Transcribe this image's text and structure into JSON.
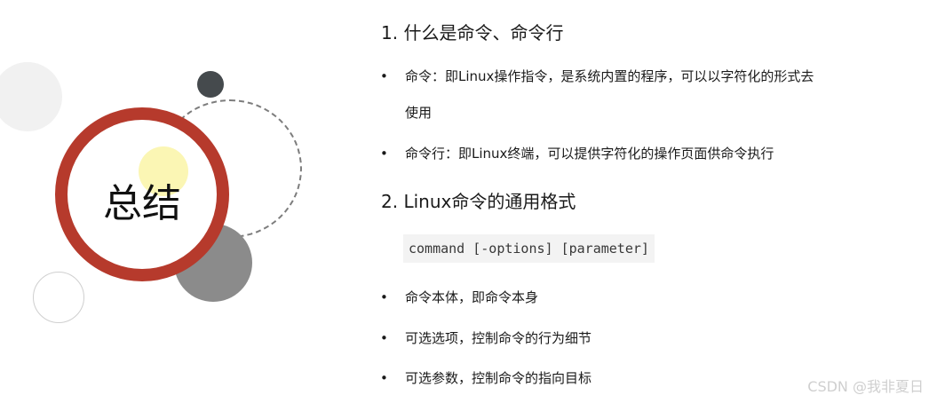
{
  "summary": {
    "title": "总结"
  },
  "section1": {
    "heading": "1. 什么是命令、命令行",
    "bullets": [
      {
        "line1": "命令：即Linux操作指令，是系统内置的程序，可以以字符化的形式去",
        "line2": "使用"
      },
      {
        "line1": "命令行：即Linux终端，可以提供字符化的操作页面供命令执行"
      }
    ]
  },
  "section2": {
    "heading": "2. Linux命令的通用格式",
    "code": "command [-options] [parameter]",
    "bullets": [
      "命令本体，即命令本身",
      "可选选项，控制命令的行为细节",
      "可选参数，控制命令的指向目标"
    ]
  },
  "bullet_symbol": "•",
  "watermark": "CSDN @我非夏日",
  "colors": {
    "ring": "#b63a2c",
    "yellow_dot": "#fbf6b4",
    "dark_dot": "#454a4d",
    "gray_dot": "#8b8b8b"
  }
}
